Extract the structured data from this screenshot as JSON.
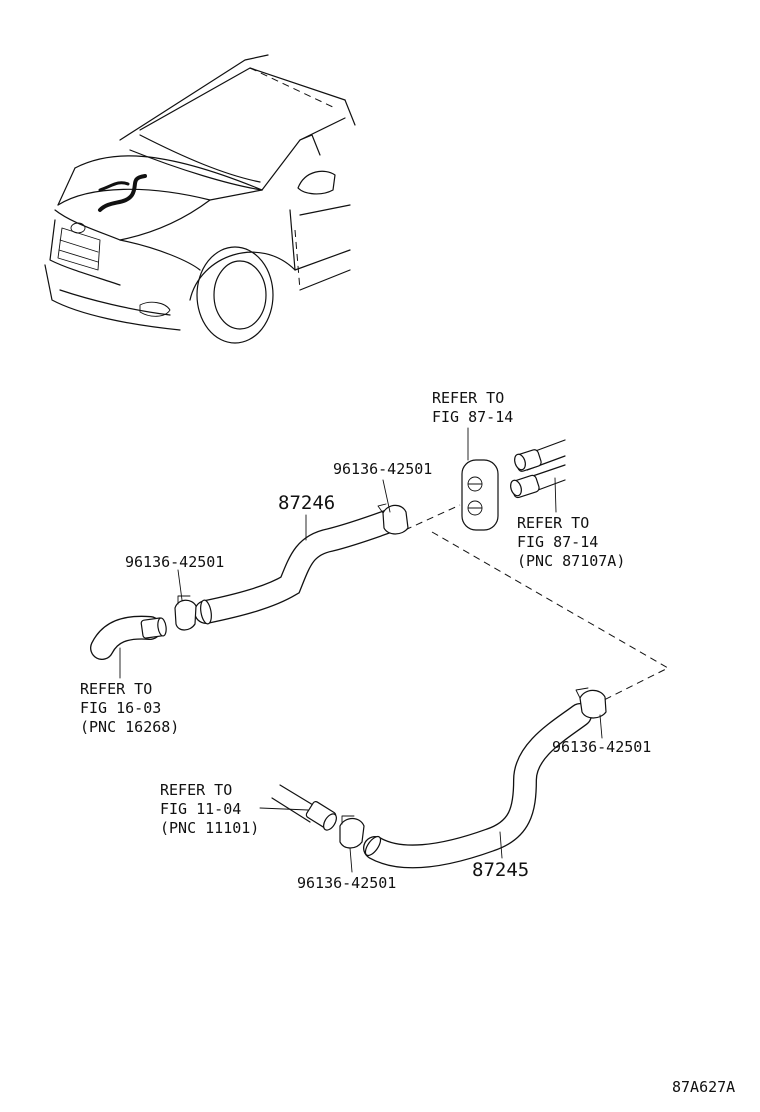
{
  "diagram_id": "87A627A",
  "labels": {
    "hose_upper": "87246",
    "hose_lower": "87245",
    "clamp_top": "96136-42501",
    "clamp_left": "96136-42501",
    "clamp_right": "96136-42501",
    "clamp_bottom": "96136-42501",
    "refer_top": [
      "REFER TO",
      "FIG 87-14"
    ],
    "refer_right": [
      "REFER TO",
      "FIG 87-14",
      "(PNC 87107A)"
    ],
    "refer_left": [
      "REFER TO",
      "FIG 16-03",
      "(PNC 16268)"
    ],
    "refer_bottom": [
      "REFER TO",
      "FIG 11-04",
      "(PNC 11101)"
    ]
  }
}
